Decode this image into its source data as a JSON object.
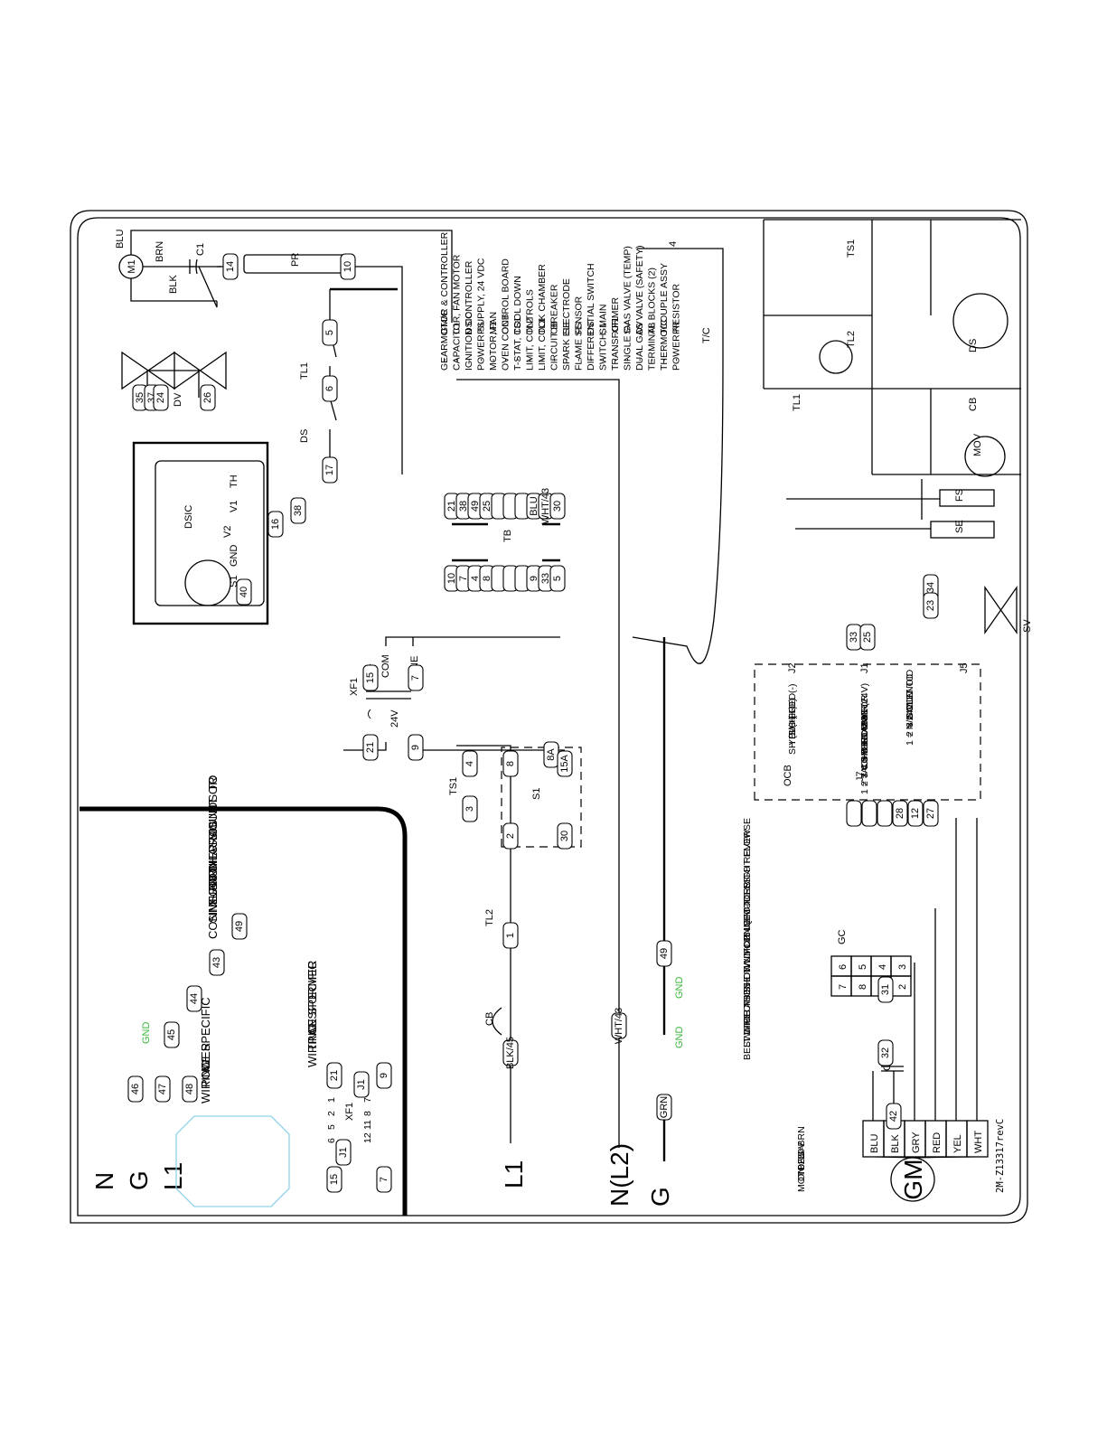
{
  "legend": {
    "items": [
      {
        "code": "GM/C",
        "desc": "GEARMOTOR & CONTROLLER"
      },
      {
        "code": "C1",
        "desc": "CAPACITOR, FAN MOTOR"
      },
      {
        "code": "DSIC",
        "desc": "IGNITION CONTROLLER"
      },
      {
        "code": "PS",
        "desc": "POWER SUPPLY, 24 VDC"
      },
      {
        "code": "M1",
        "desc": "MOTOR, FAN"
      },
      {
        "code": "OCB",
        "desc": "OVEN CONTROL BOARD"
      },
      {
        "code": "TS1",
        "desc": "T-STAT, COOL DOWN"
      },
      {
        "code": "TL2",
        "desc": "LIMIT, CONTROLS"
      },
      {
        "code": "TL1",
        "desc": "LIMIT, COOK CHAMBER"
      },
      {
        "code": "CB",
        "desc": "CIRCUIT BREAKER"
      },
      {
        "code": "SE",
        "desc": "SPARK ELECTRODE"
      },
      {
        "code": "FS",
        "desc": "FLAME SENSOR"
      },
      {
        "code": "DS",
        "desc": "DIFFERENTIAL SWITCH"
      },
      {
        "code": "S1",
        "desc": "SWITCH, MAIN"
      },
      {
        "code": "XF1",
        "desc": "TRANSFORMER"
      },
      {
        "code": "SV",
        "desc": "SINGLE GAS VALVE (TEMP)"
      },
      {
        "code": "DV",
        "desc": "DUAL GAS VALVE (SAFETY)"
      },
      {
        "code": "TB",
        "desc": "TERMINAL BLOCKS (2)"
      },
      {
        "code": "T/C",
        "desc": "THERMOCOUPLE ASSY"
      },
      {
        "code": "PR",
        "desc": "POWER RESISTOR"
      }
    ]
  },
  "components": {
    "m1": "M1",
    "c1": "C1",
    "pr": "PR",
    "dv": "DV",
    "dsic": "DSIC",
    "tl1": "TL1",
    "ds": "DS",
    "tb": "TB",
    "xf1": "XF1",
    "ts1": "TS1",
    "s1": "S1",
    "tl2": "TL2",
    "cb": "CB",
    "ocb": "OCB",
    "gc": "GC",
    "gm": "GM",
    "c2": "C2",
    "sv": "SV",
    "tc": "T/C",
    "fs": "FS",
    "se": "SE",
    "mov": "MOV",
    "dimension": "4"
  },
  "wire_colors": {
    "blu": "BLU",
    "brn": "BRN",
    "blk": "BLK"
  },
  "dsic_terminals": [
    "TH",
    "V1",
    "V2",
    "GND",
    "S1"
  ],
  "xf1_labels": {
    "com": "COM",
    "line": "LINE",
    "secondary": "24V"
  },
  "tags": {
    "t14": "14",
    "t10": "10",
    "t5": "5",
    "t6": "6",
    "t17": "17",
    "t35": "35",
    "t37": "37",
    "t24": "24",
    "t26": "26",
    "t38": "38",
    "t16": "16",
    "t40": "40",
    "t15": "15",
    "t7": "7",
    "t21": "21",
    "t9": "9",
    "t4": "4",
    "t8": "8",
    "t8a": "8A",
    "t15a": "15A",
    "t3": "3",
    "t2": "2",
    "t30": "30",
    "t23": "23",
    "t1": "1",
    "blk45": "BLK/45",
    "wht43": "WHT/43",
    "t49": "49",
    "grn": "GRN",
    "t33": "33",
    "t25": "25",
    "t34": "34",
    "t28": "28",
    "t12": "12",
    "t27": "27",
    "t31": "31",
    "t32": "32",
    "t42": "42",
    "t44": "44",
    "t45": "45",
    "t43": "43",
    "t46": "46",
    "t47": "47",
    "t48": "48",
    "j1": "J1",
    "blu": "BLU",
    "t11": "11"
  },
  "tb": {
    "top_row": [
      "21",
      "38",
      "49",
      "25",
      "",
      "",
      "",
      "BLU",
      "WHT/43",
      "30"
    ],
    "bottom_row": [
      "10",
      "7",
      "4",
      "8",
      "",
      "",
      "",
      "9",
      "33",
      "5"
    ]
  },
  "switch_pins": {
    "s1_4": "4",
    "s1_1": "1",
    "s1_5": "5",
    "s1_2": "2"
  },
  "power": {
    "l1": "L1",
    "n": "N(L2)",
    "g": "G",
    "gnd": "GND"
  },
  "ocb": {
    "j2": "J2",
    "j1": "J1",
    "j5": "J5",
    "j7": "J7",
    "j2_lines": [
      "T/C (K)",
      "YEL(+) RED(-)",
      "SH (SHIELD)"
    ],
    "j1_lines": [
      "IN (24V)",
      "2 = R",
      "1 = H"
    ],
    "j5_lines": [
      "OUT TO",
      "SOLENOID",
      "3 = COM",
      "2 = 24V",
      "1 = N/C"
    ],
    "j7_lines": [
      "TO MOTOR",
      "6 = COM",
      "5 = ENABLE",
      "4 = DIR",
      "3 = SPEED",
      "2 = COM",
      "1 = TACH"
    ],
    "j7_tags": [
      "",
      "",
      "",
      "28",
      "12",
      "27"
    ]
  },
  "gc_cells": {
    "top": [
      "6",
      "5",
      "4",
      "3"
    ],
    "bottom": [
      "7",
      "8",
      "1",
      "2"
    ]
  },
  "gm_wires": [
    "BLU",
    "BLK",
    "GRY",
    "RED",
    "YEL",
    "WHT"
  ],
  "notes": {
    "reverse": [
      "WIRE AS SHOWN FOR LEFT-TO-RIGHT FLOW",
      "SWITCH THESE TWO CONNECTORS TO REVERSE",
      "BELT DIRECTION ON UM1854Q MODELS"
    ],
    "blu_brn": [
      "BLU=BRN",
      "ON 230V",
      "MOTORS"
    ],
    "grounds": [
      "BOTH GROUNDS TO",
      "X-FORMER MOUNT OR",
      "SIMILAR CHASSIS",
      "CONNECTION."
    ],
    "ce_power": [
      "CE SPECIFIC",
      "POWER",
      "WIRING"
    ],
    "ce_xfmr": [
      "CE SPECIFIC",
      "TRANSFORMER",
      "WIRING"
    ],
    "ce_inlet": [
      "N",
      "G",
      "L1"
    ],
    "drawing_number": "2M-Z13317revC"
  },
  "ce_xf": {
    "pins": [
      "6",
      "5",
      "2",
      "1",
      "12",
      "11",
      "8",
      "7"
    ],
    "label": "XF1"
  }
}
